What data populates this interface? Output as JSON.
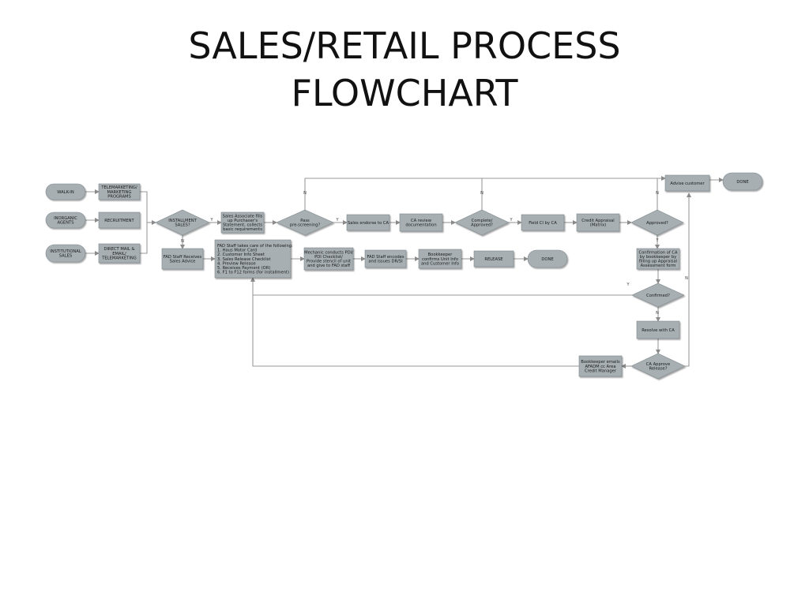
{
  "title": {
    "line1": "SALES/RETAIL PROCESS",
    "line2": "FLOWCHART"
  },
  "nodes": {
    "walk_in": [
      "WALK-IN"
    ],
    "inorganic_agents": [
      "INORGANIC",
      "AGENTS"
    ],
    "institutional_sales": [
      "INSTITUTIONAL",
      "SALES"
    ],
    "telemarketing_programs": [
      "TELEMARKETING/",
      "MARKETING",
      "PROGRAMS"
    ],
    "recruitment": [
      "RECRUITMENT"
    ],
    "direct_mail": [
      "DIRECT MAIL &",
      "EMAIL/",
      "TELEMARKETING"
    ],
    "installment_sales": [
      "INSTALLMENT",
      "SALES?"
    ],
    "fad_receives_advice": [
      "FAD Staff Receives",
      "Sales Advice"
    ],
    "sales_associate": [
      "Sales Associate fills",
      "up Purchaser's",
      "Statement, collects",
      "basic requirements"
    ],
    "fad_staff_tasks": [
      "FAD Staff takes care of the following:",
      "1. Haus Motor Card",
      "2. Customer Info Sheet",
      "3. Sales Release Checklist",
      "4. Preview Release",
      "5. Receives Payment (OR)",
      "6. F1 to F12 forms (for installment)"
    ],
    "pass_prescreening": [
      "Pass",
      "pre-screening?"
    ],
    "sales_endorse_ca": [
      "Sales endorse to CA"
    ],
    "ca_review": [
      "CA review",
      "documentation"
    ],
    "complete_approved": [
      "Complete/",
      "Approved?"
    ],
    "field_ci": [
      "Field CI by CA"
    ],
    "credit_appraisal": [
      "Credit Appraisal",
      "(Matrix)"
    ],
    "approved": [
      "Approved?"
    ],
    "advise_customer": [
      "Advise customer"
    ],
    "done_top": [
      "DONE"
    ],
    "mechanic_pdi": [
      "Mechanic conducts PDI/",
      "PDI Checklist/",
      "Provide stencil of unit",
      "and give to FAD staff"
    ],
    "fad_encodes": [
      "FAD Staff encodes",
      "and issues DR/SI"
    ],
    "bookkeeper_confirms": [
      "Bookkeeper",
      "confirms Unit Info",
      "and Customer Info"
    ],
    "release": [
      "RELEASE"
    ],
    "done_mid": [
      "DONE"
    ],
    "confirmation_ca": [
      "Confirmation of CA",
      "by bookkeeper by",
      "filling up Appraisal",
      "Assessment form"
    ],
    "confirmed": [
      "Confirmed?"
    ],
    "resolve_ca": [
      "Resolve with CA"
    ],
    "ca_approve_release": [
      "CA Approve",
      "Release?"
    ],
    "bookkeeper_emails": [
      "Bookkeeper emails",
      "AFADM cc Area",
      "Credit Manager"
    ]
  },
  "edge_labels": {
    "yes": "Y",
    "no": "N"
  },
  "colors": {
    "node_fill": "#a7afb3",
    "node_stroke": "#7e878c",
    "line": "#9a9a9a",
    "title": "#111111"
  }
}
